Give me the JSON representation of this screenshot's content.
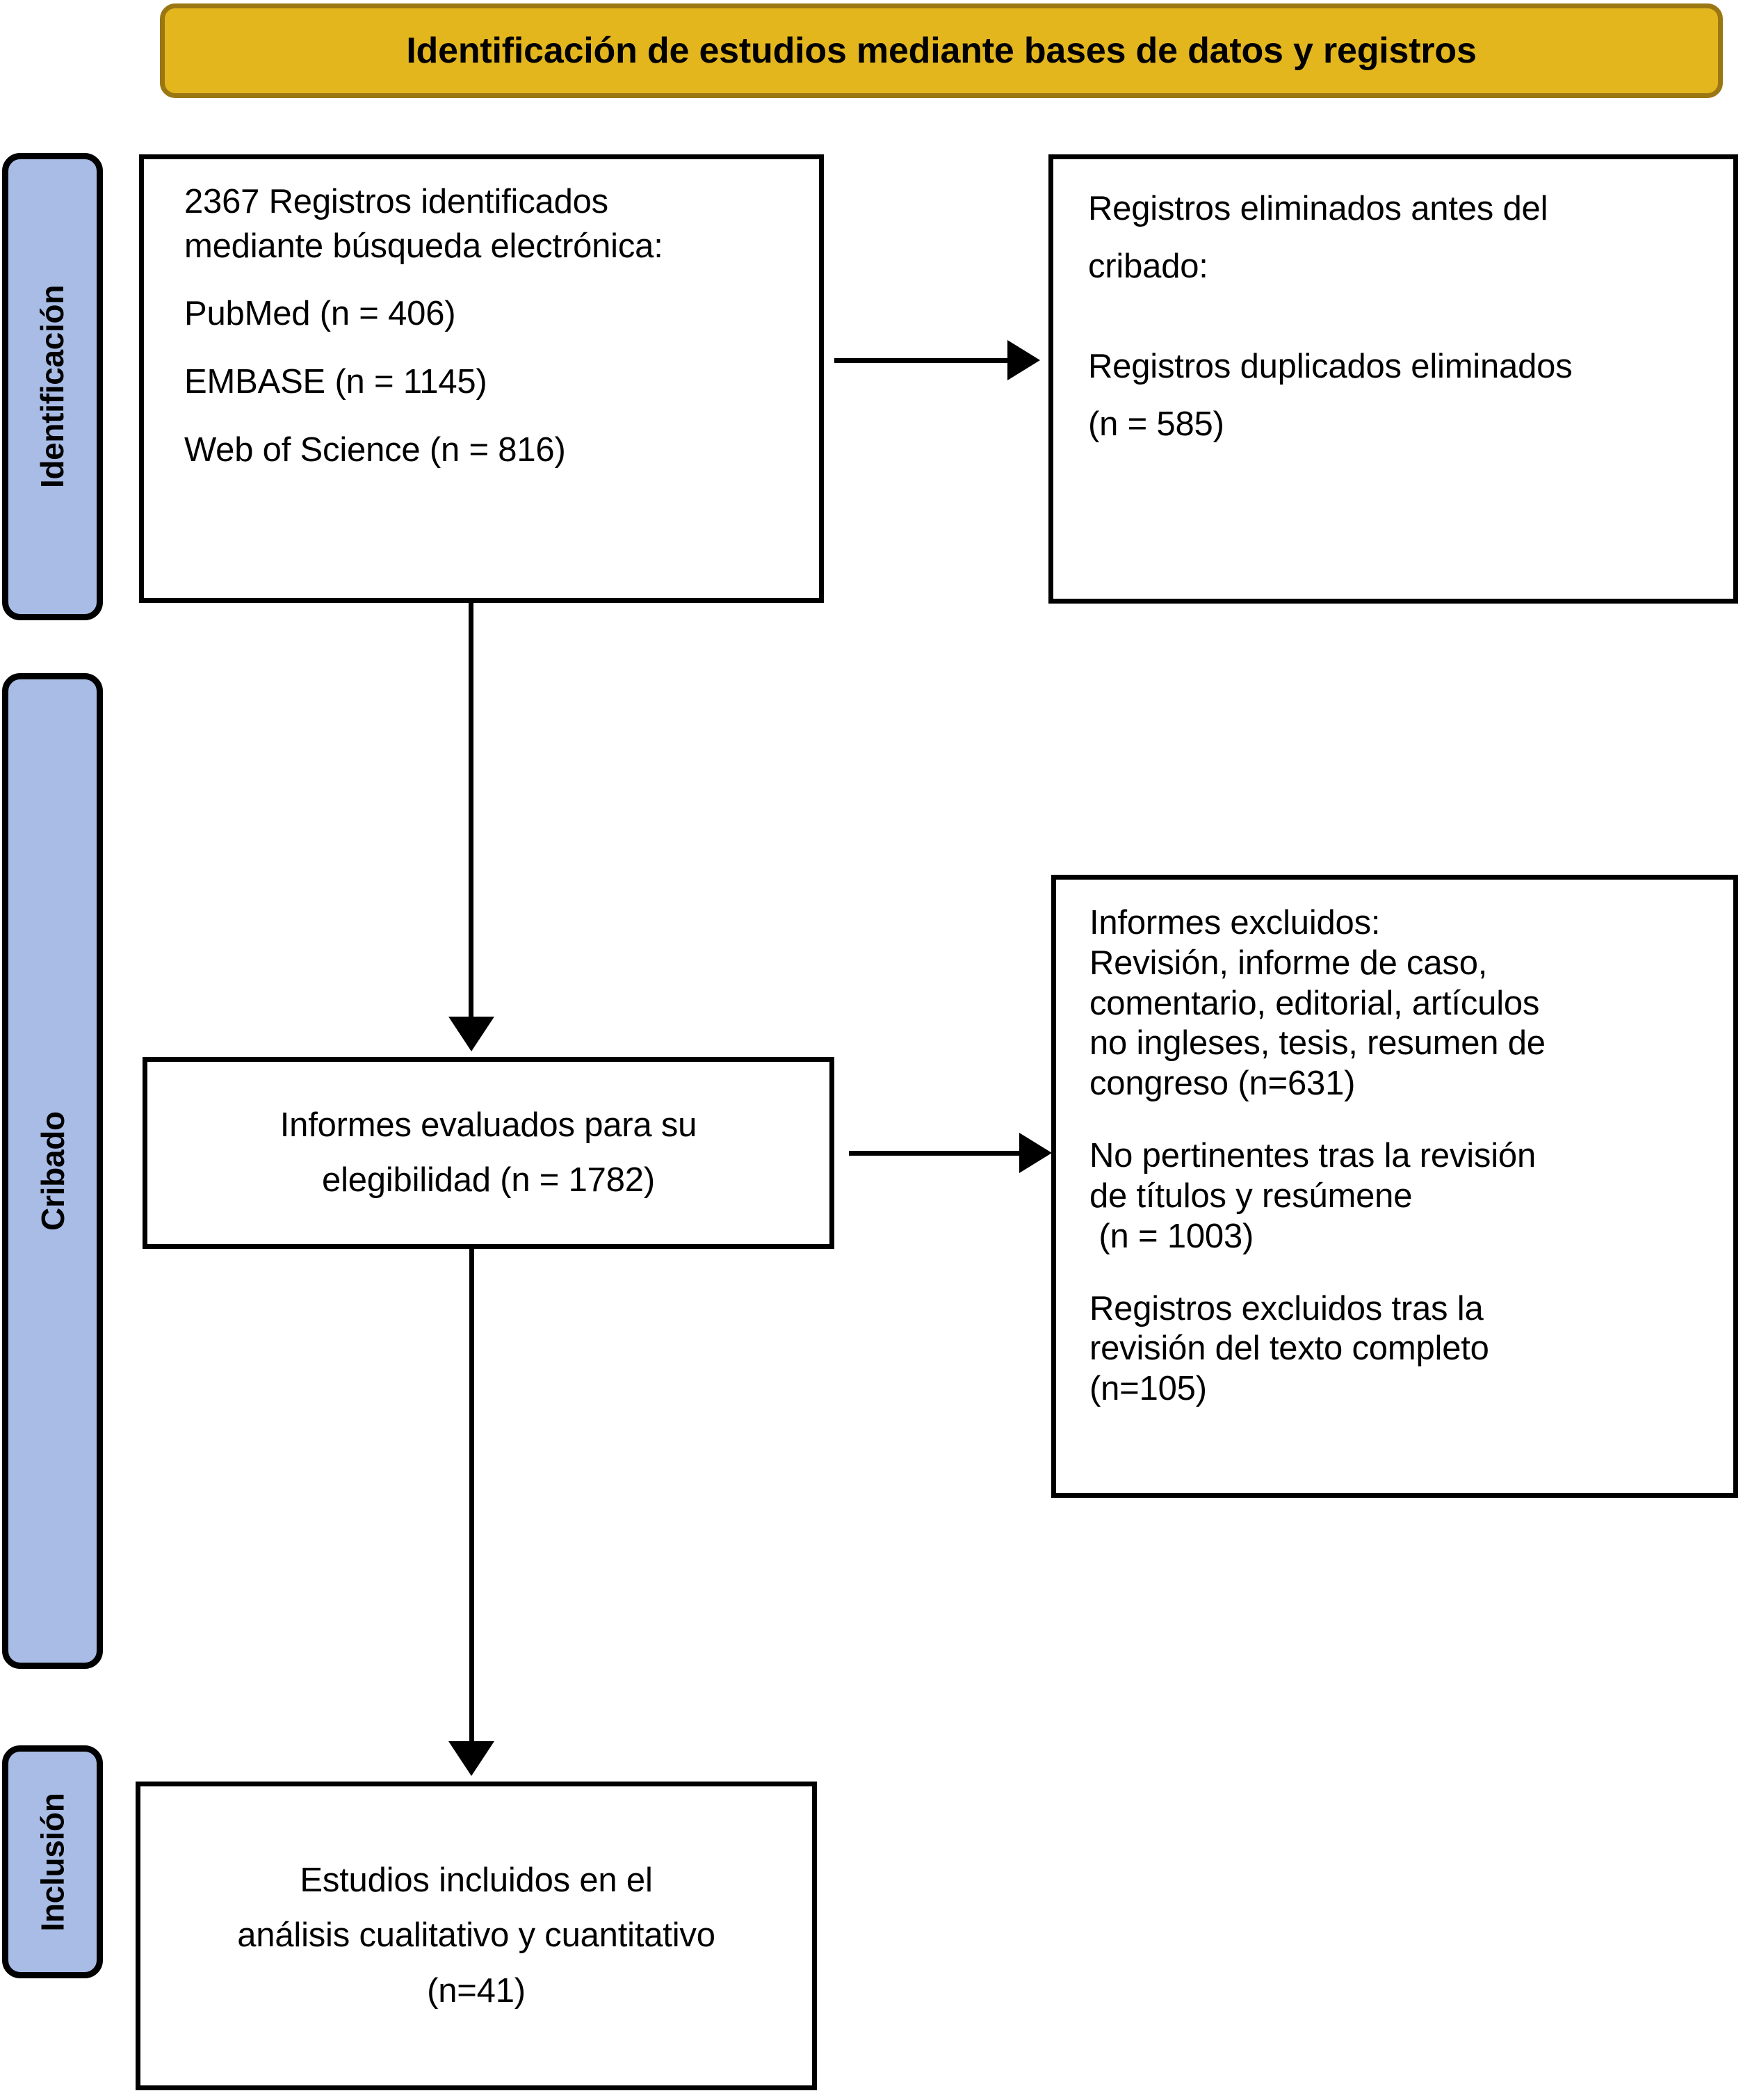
{
  "banner": {
    "title": "Identificación de estudios mediante bases de datos y registros",
    "fill_color": "#E3B61E",
    "border_color": "#9B7713"
  },
  "stages": {
    "fill_color": "#A8BCE5",
    "identificacion": "Identificación",
    "cribado": "Cribado",
    "inclusion": "Inclusión"
  },
  "boxes": {
    "identified": {
      "line1": "2367 Registros identificados",
      "line2": "mediante búsqueda electrónica:",
      "line3": "PubMed (n = 406)",
      "line4": "EMBASE (n = 1145)",
      "line5": "Web of Science (n = 816)"
    },
    "removed": {
      "line1": "Registros eliminados antes del",
      "line2": "cribado:",
      "line3": "Registros duplicados eliminados",
      "line4": "(n = 585)"
    },
    "eligibility": {
      "line1": "Informes evaluados para su",
      "line2": "elegibilidad (n = 1782)"
    },
    "excluded": {
      "line1": "Informes excluidos:",
      "line2": "Revisión, informe de caso,",
      "line3": "comentario, editorial, artículos",
      "line4": "no ingleses, tesis, resumen de",
      "line5": "congreso (n=631)",
      "line6": "No pertinentes tras la revisión",
      "line7": "de títulos y resúmene",
      "line8": " (n = 1003)",
      "line9": "Registros excluidos tras la",
      "line10": "revisión del texto completo",
      "line11": "(n=105)"
    },
    "included": {
      "line1": "Estudios incluidos en el",
      "line2": "análisis cualitativo y cuantitativo",
      "line3": "(n=41)"
    }
  },
  "chart_data": {
    "type": "diagram",
    "title": "Identificación de estudios mediante bases de datos y registros",
    "diagram_kind": "PRISMA flow diagram",
    "language": "es",
    "stages": [
      "Identificación",
      "Cribado",
      "Inclusión"
    ],
    "nodes": [
      {
        "id": "identified",
        "stage": "Identificación",
        "label": "2367 Registros identificados mediante búsqueda electrónica",
        "n": 2367,
        "sources": [
          {
            "name": "PubMed",
            "n": 406
          },
          {
            "name": "EMBASE",
            "n": 1145
          },
          {
            "name": "Web of Science",
            "n": 816
          }
        ]
      },
      {
        "id": "removed",
        "stage": "Identificación",
        "label": "Registros eliminados antes del cribado",
        "items": [
          {
            "name": "Registros duplicados eliminados",
            "n": 585
          }
        ]
      },
      {
        "id": "eligibility",
        "stage": "Cribado",
        "label": "Informes evaluados para su elegibilidad",
        "n": 1782
      },
      {
        "id": "excluded",
        "stage": "Cribado",
        "label": "Informes excluidos",
        "items": [
          {
            "name": "Revisión, informe de caso, comentario, editorial, artículos no ingleses, tesis, resumen de congreso",
            "n": 631
          },
          {
            "name": "No pertinentes tras la revisión de títulos y resúmene",
            "n": 1003
          },
          {
            "name": "Registros excluidos tras la revisión del texto completo",
            "n": 105
          }
        ]
      },
      {
        "id": "included",
        "stage": "Inclusión",
        "label": "Estudios incluidos en el análisis cualitativo y cuantitativo",
        "n": 41
      }
    ],
    "edges": [
      {
        "from": "identified",
        "to": "removed",
        "direction": "right"
      },
      {
        "from": "identified",
        "to": "eligibility",
        "direction": "down"
      },
      {
        "from": "eligibility",
        "to": "excluded",
        "direction": "right"
      },
      {
        "from": "eligibility",
        "to": "included",
        "direction": "down"
      }
    ]
  }
}
